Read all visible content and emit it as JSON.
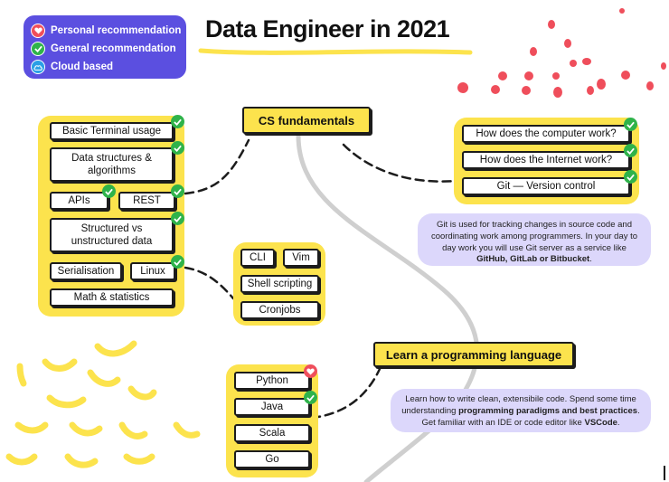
{
  "title": "Data Engineer in 2021",
  "legend": {
    "personal": "Personal recommendation",
    "general": "General recommendation",
    "cloud": "Cloud based"
  },
  "colors": {
    "yellow": "#fce34d",
    "purple": "#5b4fe0",
    "lavender": "#dcd7fb",
    "green": "#2fb34a",
    "red": "#ef4e5b"
  },
  "icons": [
    "heart-icon",
    "check-icon",
    "cloud-icon"
  ],
  "cs_fundamentals": {
    "label": "CS fundamentals",
    "topics": {
      "terminal": "Basic Terminal usage",
      "dsa": "Data structures & algorithms",
      "apis": "APIs",
      "rest": "REST",
      "structured": "Structured vs unstructured data",
      "serialisation": "Serialisation",
      "linux": "Linux",
      "math": "Math & statistics"
    },
    "linux_tools": {
      "cli": "CLI",
      "vim": "Vim",
      "shell": "Shell scripting",
      "cron": "Cronjobs"
    },
    "computer": {
      "how_computer": "How does the computer work?",
      "how_internet": "How does the Internet work?",
      "git": "Git — Version control"
    },
    "git_note": {
      "text": "Git is used for tracking changes in source code and coordinating work among programmers. In your day to day work you will use Git server as a service like ",
      "bold": "GitHub, GitLab or Bitbucket",
      "end": "."
    }
  },
  "programming": {
    "label": "Learn a programming language",
    "languages": {
      "python": "Python",
      "java": "Java",
      "scala": "Scala",
      "go": "Go"
    },
    "note": {
      "p1": "Learn how to write clean, extensibile code. Spend some time understanding ",
      "b1": "programming paradigms and best practices",
      "p2": ". Get familiar with an IDE or code editor like ",
      "b2": "VSCode",
      "p3": "."
    }
  }
}
